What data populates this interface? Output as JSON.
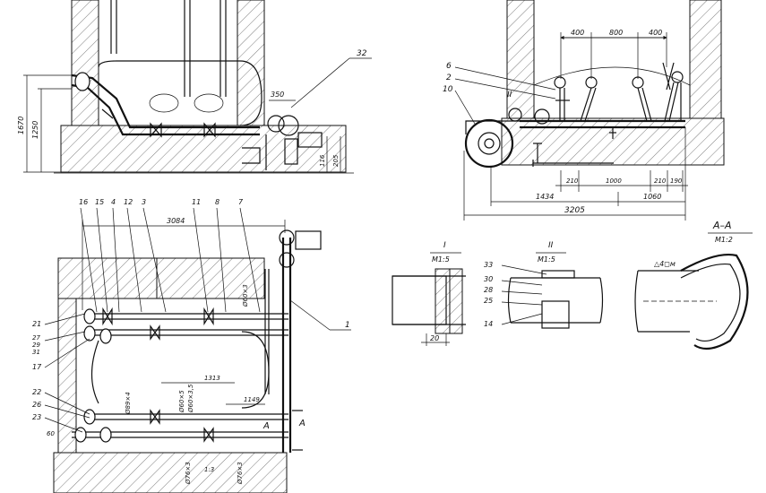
{
  "top_left_view": {
    "callouts": [
      "32"
    ],
    "dims": [
      "1670",
      "1250",
      "350",
      "116",
      "205"
    ]
  },
  "top_right_view": {
    "callouts": [
      "6",
      "2",
      "10"
    ],
    "section_marker": "II",
    "dims_top": [
      "400",
      "800",
      "400"
    ],
    "dims_bottom": [
      "210",
      "1000",
      "210",
      "190"
    ],
    "dim_row2": [
      "1434",
      "1060"
    ],
    "dim_total": "3205"
  },
  "plan_view": {
    "callouts_top": [
      "16",
      "15",
      "4",
      "12",
      "3",
      "11",
      "8",
      "7"
    ],
    "callouts_left": [
      "21",
      "27",
      "29",
      "31",
      "17",
      "22",
      "26",
      "23"
    ],
    "callout_right": "1",
    "dims": [
      "3084",
      "1313",
      "1149",
      "Ø60×3",
      "Ø89×4",
      "Ø60×5",
      "Ø60×3,5",
      "Ø76×3",
      "Ø76×3",
      "1:3",
      "60"
    ],
    "section_letter": "A"
  },
  "detail_I": {
    "title": "I",
    "scale": "M1:5",
    "dim": "20"
  },
  "detail_II": {
    "title": "II",
    "scale": "M1:5",
    "callouts": [
      "33",
      "30",
      "28",
      "25",
      "14"
    ]
  },
  "detail_AA": {
    "title": "A–A",
    "scale": "M1:2",
    "weld_symbol": "△4◻м"
  }
}
